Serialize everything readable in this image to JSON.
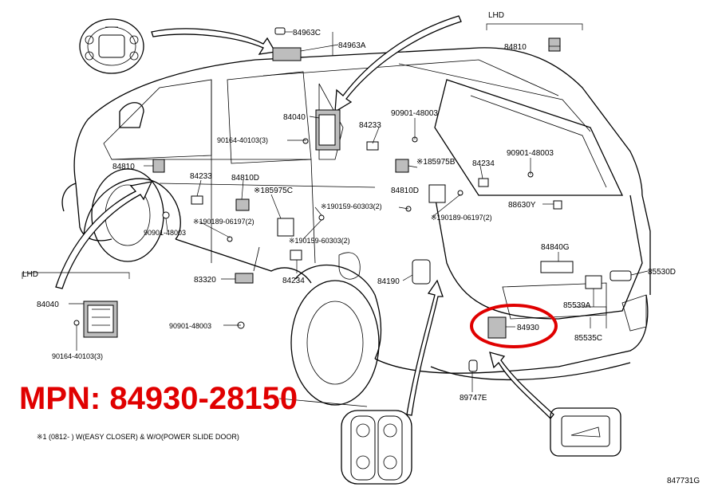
{
  "title": "",
  "mpn_text": "MPN: 84930-28150",
  "footnote": "※1 (0812-      ) W(EASY CLOSER) & W/O(POWER SLIDE DOOR)",
  "figure_code": "847731G",
  "lhd_top": "LHD",
  "lhd_left": "LHD",
  "highlight_color": "#e00000",
  "parts": {
    "p84963C": "84963C",
    "p84963A": "84963A",
    "p84810_top": "84810",
    "p84040": "84040",
    "p90901_48003_a": "90901-48003",
    "p84233_a": "84233",
    "p90164_40103_a": "90164-40103(3)",
    "p84810_left": "84810",
    "p84233_b": "84233",
    "p84810D_a": "84810D",
    "p185975C": "※185975C",
    "p185975B": "※185975B",
    "p84234_a": "84234",
    "p90901_48003_b": "90901-48003",
    "p84810D_b": "84810D",
    "p88630Y": "88630Y",
    "p190159_a": "※190159-60303(2)",
    "p190189_a": "※190189-06197(2)",
    "p190189_b": "※190189-06197(2)",
    "p90901_48003_c": "90901-48003",
    "p190159_b": "※190159-60303(2)",
    "p84840G": "84840G",
    "p83320": "83320",
    "p84234_b": "84234",
    "p84190": "84190",
    "p85530D": "85530D",
    "p85539A": "85539A",
    "p84040_lhd": "84040",
    "p84930": "84930",
    "p90901_48003_d": "90901-48003",
    "p85535C": "85535C",
    "p90164_40103_b": "90164-40103(3)",
    "p89747E": "89747E"
  }
}
